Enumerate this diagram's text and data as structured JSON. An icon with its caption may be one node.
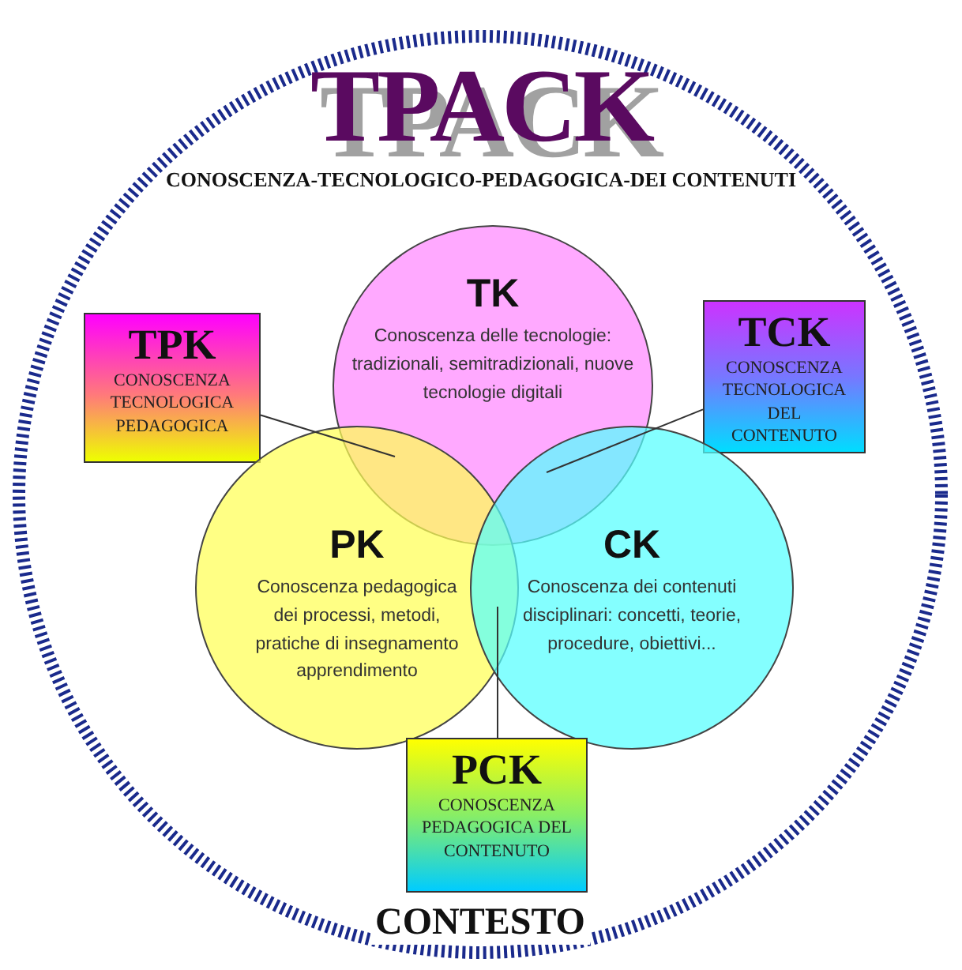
{
  "diagram": {
    "title": "TPACK",
    "nodes": [
      {
        "text": [
          "CONTESTO"
        ]
      },
      {
        "text": [
          "TK",
          "Conoscenza delle tecnologie: tradizionali, semitradizionali, nuove tecnologie digitali"
        ],
        "in": 0
      },
      {
        "text": [
          "TPK",
          "CONOSCENZA TECNOLOGICA PEDAGOGICA"
        ],
        "in": 0
      },
      {
        "text": [
          "TCK",
          "CONOSCENZA TECNOLOGICA DEL CONTENUTO"
        ],
        "in": 0
      },
      {
        "text": [
          "PK",
          "Conoscenza pedagogica dei processi, metodi, pratiche di insegnamento apprendimento"
        ],
        "in": 0
      },
      {
        "text": [
          "CK",
          "Conoscenza dei contenuti disciplinari: concetti, teorie, procedure, obiettivi..."
        ],
        "in": 0
      },
      {
        "text": [
          "PCK",
          "CONOSCENZA PEDAGOGICA DEL CONTENUTO"
        ],
        "in": 0
      }
    ],
    "edges": [
      {
        "from": 2,
        "to": 1,
        "arrow": "none"
      },
      {
        "from": 3,
        "to": 1,
        "arrow": "none"
      },
      {
        "from": 6,
        "to": 4,
        "arrow": "none"
      }
    ],
    "labels": [
      "CONOSCENZA-TECNOLOGICO-PEDAGOGICA-DEI CONTENUTI"
    ]
  }
}
